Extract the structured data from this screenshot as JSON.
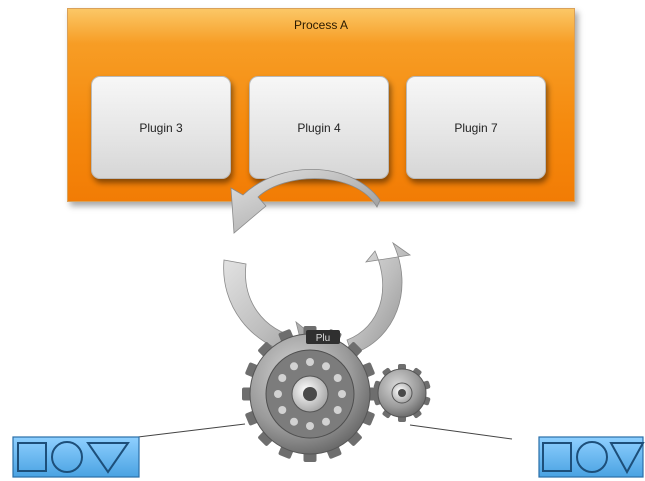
{
  "process": {
    "title": "Process A",
    "plugins": [
      {
        "label": "Plugin 3"
      },
      {
        "label": "Plugin 4"
      },
      {
        "label": "Plugin 7"
      }
    ]
  },
  "gear_label": "Plu",
  "colors": {
    "process_orange": "#f58a0e",
    "plugin_gray": "#e6e6e6",
    "shape_blue": "#62b3ee",
    "shape_stroke": "#2a6fa8",
    "gear_gray": "#8a8a8a"
  },
  "icons": [
    "circular-arrows-icon",
    "large-gear-icon",
    "small-gear-icon",
    "square-icon",
    "circle-icon",
    "triangle-icon"
  ]
}
